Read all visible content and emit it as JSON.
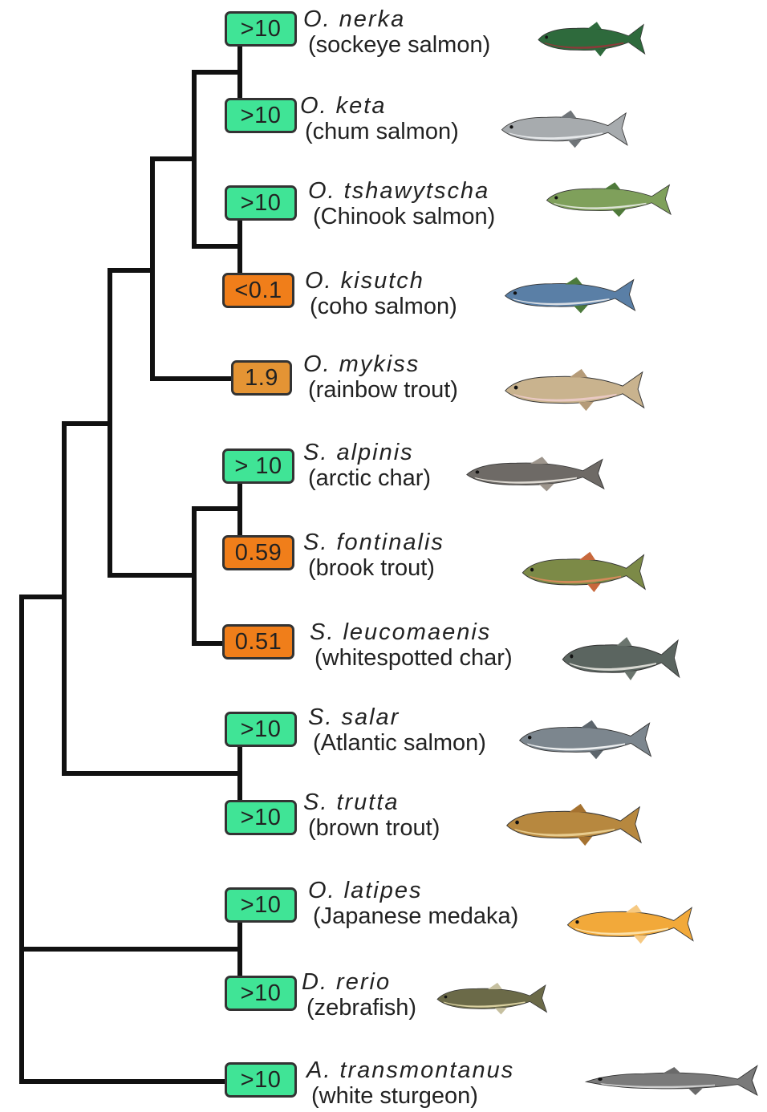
{
  "colors": {
    "high": "#40E496",
    "low": "#F07E1A",
    "mid": "#E49434",
    "branch": "#111111"
  },
  "taxa": [
    {
      "id": "nerka",
      "value": ">10",
      "level": "high",
      "scientific": "O. nerka",
      "common": "(sockeye salmon)",
      "fish": {
        "body": "#2E6A3C",
        "belly": "#8C3A3A",
        "fin": "#2E6A3C"
      },
      "icon": "sockeye-salmon-icon"
    },
    {
      "id": "keta",
      "value": ">10",
      "level": "high",
      "scientific": "O. keta",
      "common": "(chum salmon)",
      "fish": {
        "body": "#A7ABAE",
        "belly": "#E6E8EA",
        "fin": "#6F7478"
      },
      "icon": "chum-salmon-icon"
    },
    {
      "id": "tshawytscha",
      "value": ">10",
      "level": "high",
      "scientific": "O. tshawytscha",
      "common": "(Chinook salmon)",
      "fish": {
        "body": "#7FA05B",
        "belly": "#DDE3D6",
        "fin": "#4F7A3A"
      },
      "icon": "chinook-salmon-icon"
    },
    {
      "id": "kisutch",
      "value": "<0.1",
      "level": "low",
      "scientific": "O. kisutch",
      "common": "(coho salmon)",
      "fish": {
        "body": "#5A7FA6",
        "belly": "#D9DEE4",
        "fin": "#4C7A3C"
      },
      "icon": "coho-salmon-icon"
    },
    {
      "id": "mykiss",
      "value": "1.9",
      "level": "mid",
      "scientific": "O. mykiss",
      "common": "(rainbow trout)",
      "fish": {
        "body": "#C9B38E",
        "belly": "#E9C9C3",
        "fin": "#B59B78"
      },
      "icon": "rainbow-trout-icon"
    },
    {
      "id": "alpinis",
      "value": "> 10",
      "level": "high",
      "scientific": "S. alpinis",
      "common": "(arctic char)",
      "fish": {
        "body": "#6E6A66",
        "belly": "#E0DCD5",
        "fin": "#9D958C"
      },
      "icon": "arctic-char-icon"
    },
    {
      "id": "fontinalis",
      "value": "0.59",
      "level": "low",
      "scientific": "S. fontinalis",
      "common": "(brook trout)",
      "fish": {
        "body": "#7C8A47",
        "belly": "#D58A5A",
        "fin": "#C8683C"
      },
      "icon": "brook-trout-icon"
    },
    {
      "id": "leucomaenis",
      "value": "0.51",
      "level": "low",
      "scientific": "S. leucomaenis",
      "common": "(whitespotted char)",
      "fish": {
        "body": "#5B6560",
        "belly": "#D8D8D2",
        "fin": "#6B756E"
      },
      "icon": "whitespotted-char-icon"
    },
    {
      "id": "salar",
      "value": ">10",
      "level": "high",
      "scientific": "S. salar",
      "common": "(Atlantic salmon)",
      "fish": {
        "body": "#7C868E",
        "belly": "#ECEEEF",
        "fin": "#5C656C"
      },
      "icon": "atlantic-salmon-icon"
    },
    {
      "id": "trutta",
      "value": ">10",
      "level": "high",
      "scientific": "S. trutta",
      "common": "(brown trout)",
      "fish": {
        "body": "#B7883F",
        "belly": "#E8CC8E",
        "fin": "#A57230"
      },
      "icon": "brown-trout-icon"
    },
    {
      "id": "latipes",
      "value": ">10",
      "level": "high",
      "scientific": "O. latipes",
      "common": "(Japanese medaka)",
      "fish": {
        "body": "#F2A93A",
        "belly": "#FBE0A8",
        "fin": "#F6C982"
      },
      "icon": "japanese-medaka-icon"
    },
    {
      "id": "rerio",
      "value": ">10",
      "level": "high",
      "scientific": "D. rerio",
      "common": "(zebrafish)",
      "fish": {
        "body": "#6B6A48",
        "belly": "#D9D0A0",
        "fin": "#C6C0A0"
      },
      "icon": "zebrafish-icon"
    },
    {
      "id": "transmontanus",
      "value": ">10",
      "level": "high",
      "scientific": "A. transmontanus",
      "common": "(white sturgeon)",
      "fish": {
        "body": "#7A7A7A",
        "belly": "#CFCFCF",
        "fin": "#6A6A6A"
      },
      "icon": "white-sturgeon-icon"
    }
  ]
}
